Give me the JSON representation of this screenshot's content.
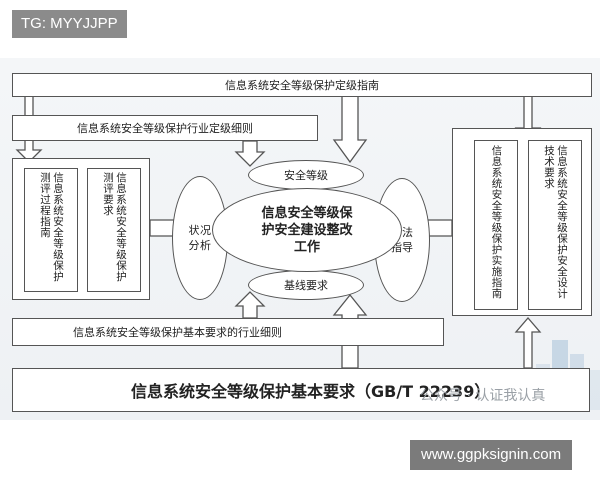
{
  "badges": {
    "top_left": "TG: MYYJJPP",
    "bottom_right": "www.ggpksignin.com"
  },
  "watermark": "公众号 · 认证我认真",
  "diagram": {
    "top_guide": "信息系统安全等级保护定级指南",
    "industry_grading": "信息系统安全等级保护行业定级细则",
    "left_col_1": "信息系统安全等级保护测评过程指南",
    "left_col_2": "信息系统安全等级保护测评要求",
    "right_col_1": "信息系统安全等级保护实施指南",
    "right_col_2": "信息系统安全等级保护安全设计技术要求",
    "center_title": "信息安全等级保护安全建设整改工作",
    "top_ellipse": "安全等级",
    "bottom_ellipse": "基线要求",
    "left_ellipse": "状况分析",
    "right_ellipse": "方法指导",
    "industry_basic": "信息系统安全等级保护基本要求的行业细则",
    "bottom_title": "信息系统安全等级保护基本要求（GB/T 22239）"
  }
}
